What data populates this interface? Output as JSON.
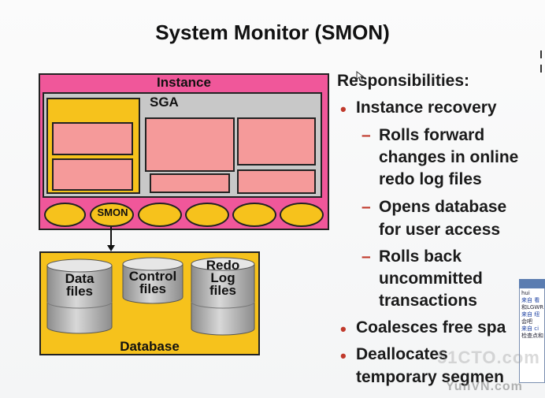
{
  "slide": {
    "title": "System Monitor (SMON)"
  },
  "diagram": {
    "instance_label": "Instance",
    "sga_label": "SGA",
    "smon_label": "SMON",
    "database_label": "Database",
    "cylinders": [
      {
        "label_line1": "Data",
        "label_line2": "files",
        "label_line3": ""
      },
      {
        "label_line1": "Control",
        "label_line2": "files",
        "label_line3": ""
      },
      {
        "label_line1": "Redo",
        "label_line2": "Log",
        "label_line3": "files"
      }
    ],
    "colors": {
      "instance": "#f0579a",
      "sga": "#c8c8c8",
      "yellow": "#f6c21c",
      "buffer": "#f59a9a"
    }
  },
  "responsibilities": {
    "heading": "Responsibilities:",
    "item1": "Instance recovery",
    "sub1_l1": "Rolls forward",
    "sub1_l2": "changes in online",
    "sub1_l3": "redo log files",
    "sub2_l1": "Opens database",
    "sub2_l2": "for user access",
    "sub3_l1": "Rolls back",
    "sub3_l2": "uncommitted",
    "sub3_l3": "transactions",
    "item2": "Coalesces free spa",
    "item3_l1": "Deallocates",
    "item3_l2": "temporary segmen"
  },
  "chat_overlay": {
    "lines": [
      "hui",
      "来自 看",
      "和LGWR",
      "来自 纽",
      "会吧",
      "来自 ci",
      "检查点和"
    ]
  },
  "watermark": {
    "text1": "51CTO.com",
    "text2": "YunVN.com"
  }
}
